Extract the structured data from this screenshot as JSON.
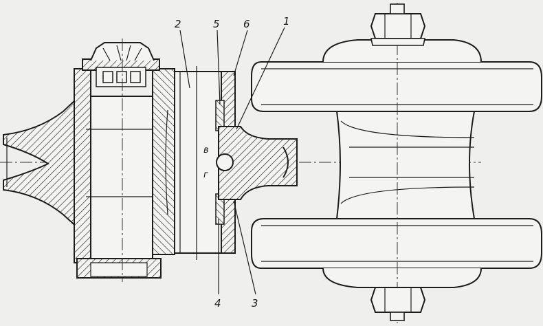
{
  "labels": {
    "l1": "1",
    "l2": "2",
    "l3": "3",
    "l4": "4",
    "l5": "5",
    "l6": "6",
    "lv": "в",
    "lg": "г"
  }
}
